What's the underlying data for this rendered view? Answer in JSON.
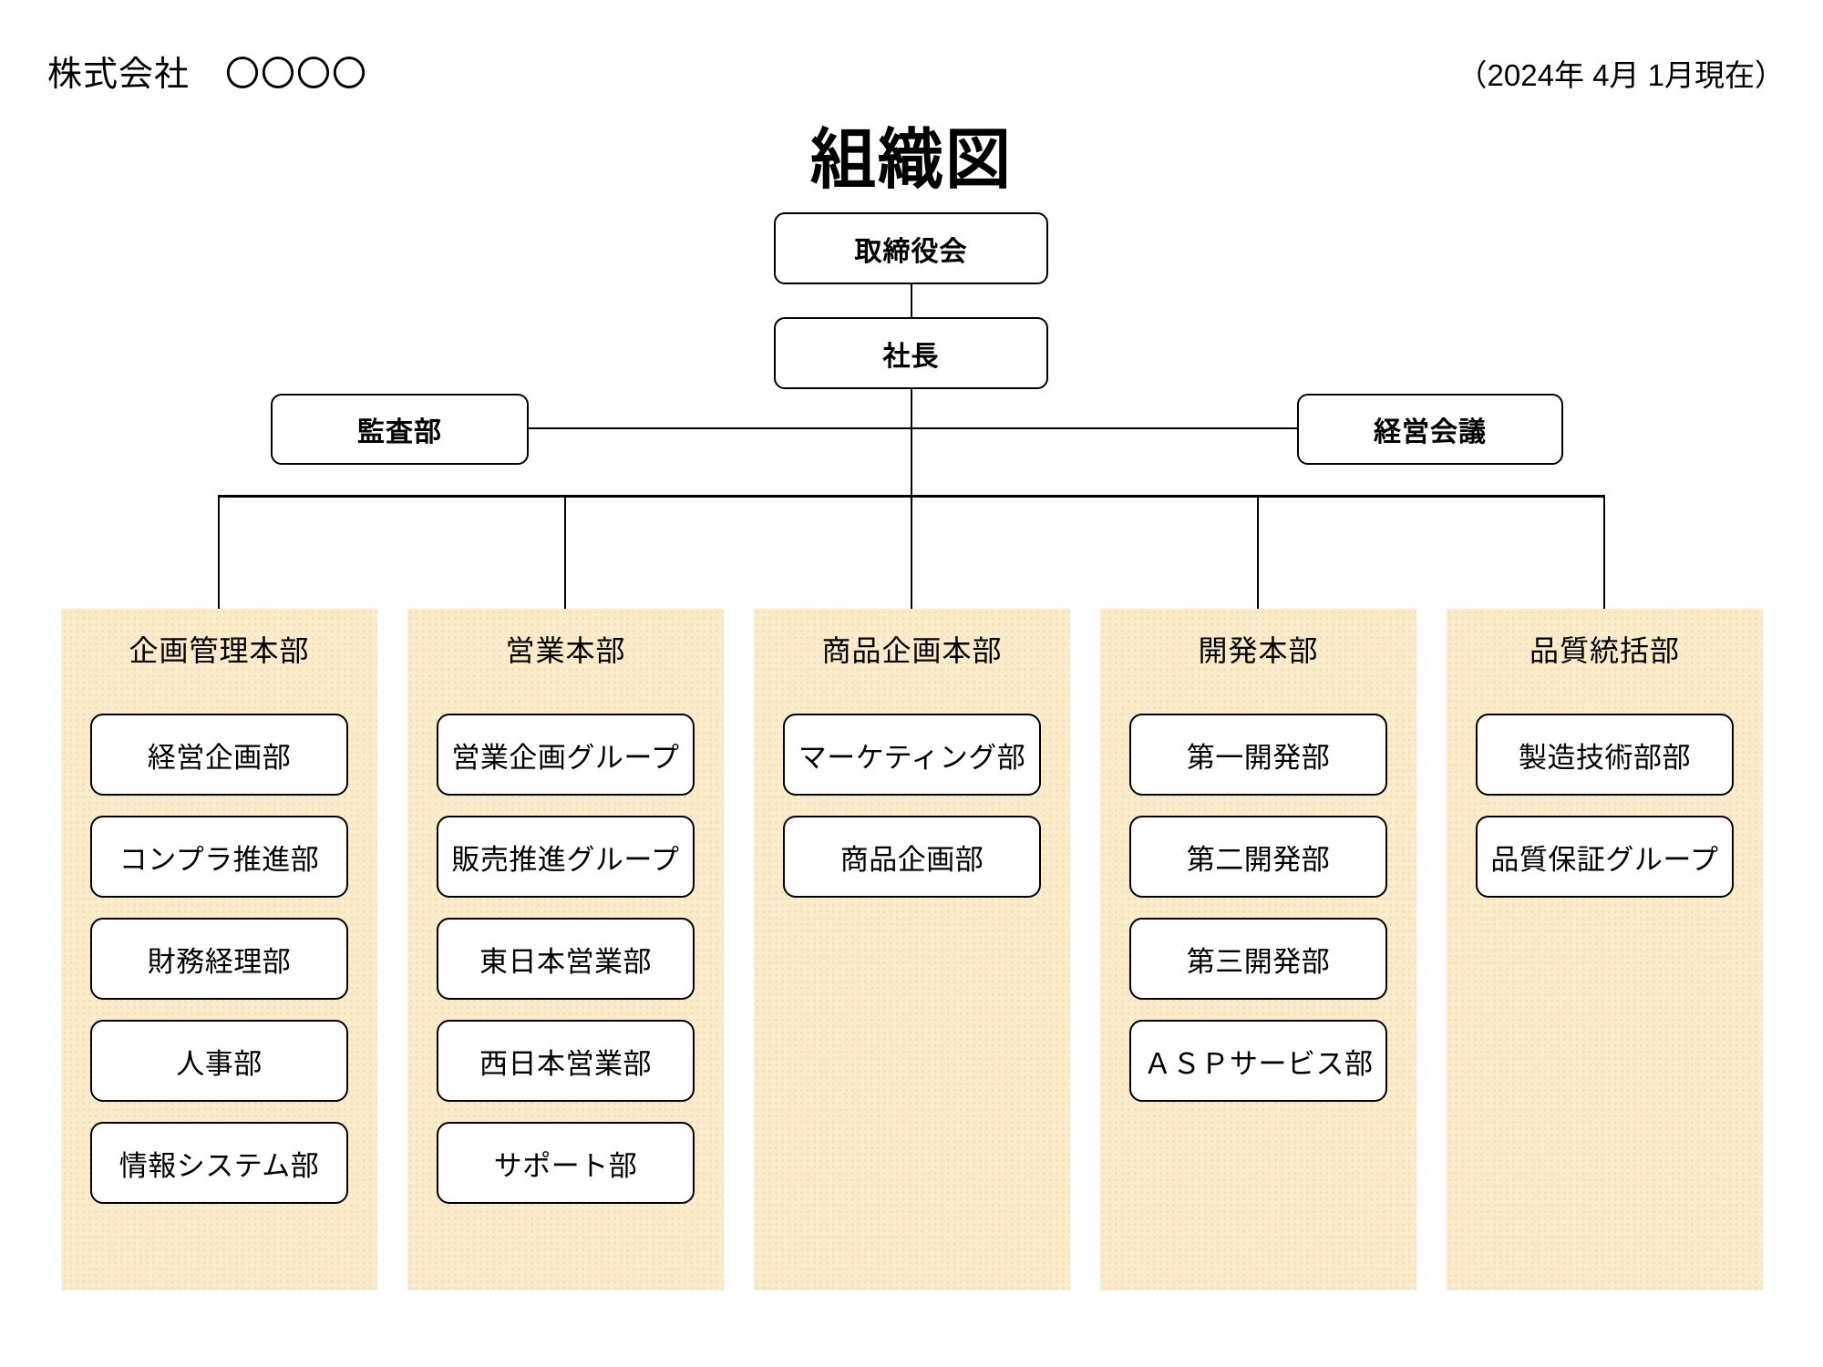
{
  "page": {
    "company": "株式会社　〇〇〇〇",
    "as_of_date": "（2024年 4月 1月現在）",
    "title": "組織図"
  },
  "executive": {
    "board": "取締役会",
    "president": "社長",
    "audit": "監査部",
    "management_meeting": "経営会議"
  },
  "divisions": [
    {
      "name": "企画管理本部",
      "departments": [
        "経営企画部",
        "コンプラ推進部",
        "財務経理部",
        "人事部",
        "情報システム部"
      ]
    },
    {
      "name": "営業本部",
      "departments": [
        "営業企画グループ",
        "販売推進グループ",
        "東日本営業部",
        "西日本営業部",
        "サポート部"
      ]
    },
    {
      "name": "商品企画本部",
      "departments": [
        "マーケティング部",
        "商品企画部"
      ]
    },
    {
      "name": "開発本部",
      "departments": [
        "第一開発部",
        "第二開発部",
        "第三開発部",
        "ＡＳＰサービス部"
      ]
    },
    {
      "name": "品質統括部",
      "departments": [
        "製造技術部部",
        "品質保証グループ"
      ]
    }
  ],
  "colors": {
    "column_background": "#FBEDCB",
    "box_border": "#000000",
    "line": "#000000",
    "text": "#000000"
  }
}
